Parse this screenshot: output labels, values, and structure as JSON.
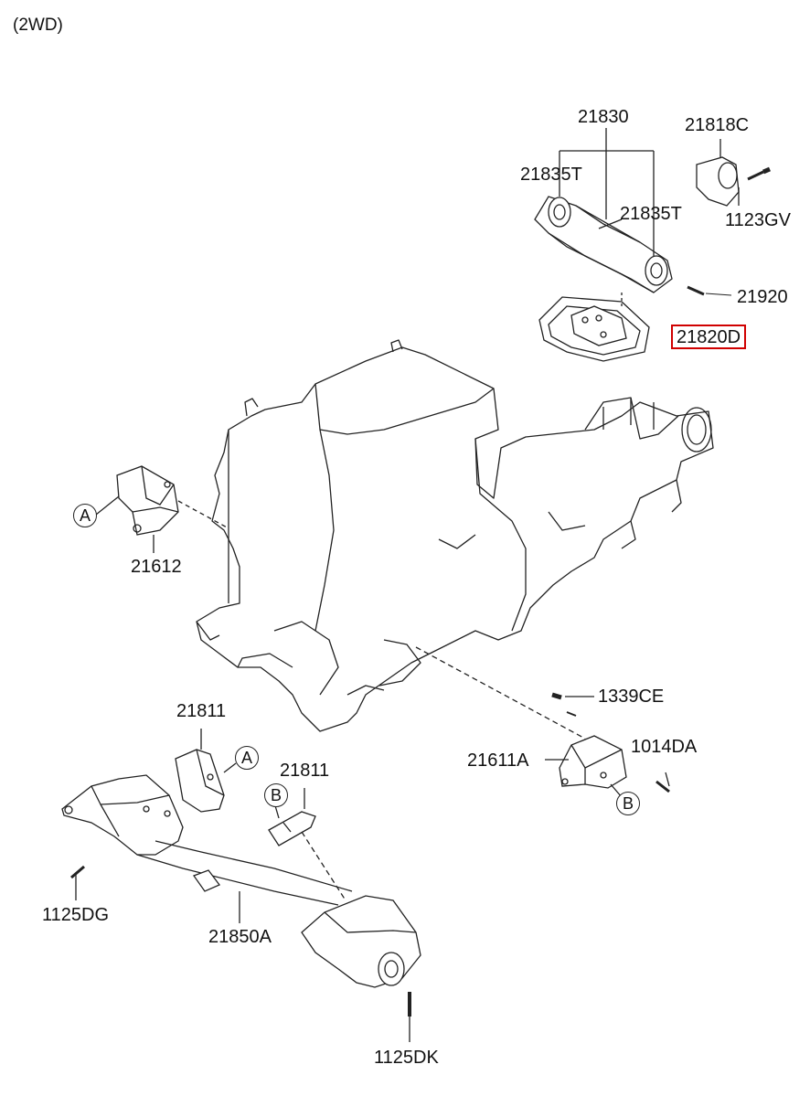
{
  "title": "(2WD)",
  "parts": {
    "p21830": "21830",
    "p21818C": "21818C",
    "p21835T_left": "21835T",
    "p21835T_right": "21835T",
    "p1123GV": "1123GV",
    "p21920": "21920",
    "p21820D": "21820D",
    "p21612": "21612",
    "p1339CE": "1339CE",
    "p21811_a": "21811",
    "p1014DA": "1014DA",
    "p21611A": "21611A",
    "p21811_b": "21811",
    "p1125DG": "1125DG",
    "p21850A": "21850A",
    "p1125DK": "1125DK"
  },
  "markers": {
    "a_left": "A",
    "a_mid": "A",
    "b_left": "B",
    "b_right": "B"
  },
  "highlight_color": "#d00000"
}
